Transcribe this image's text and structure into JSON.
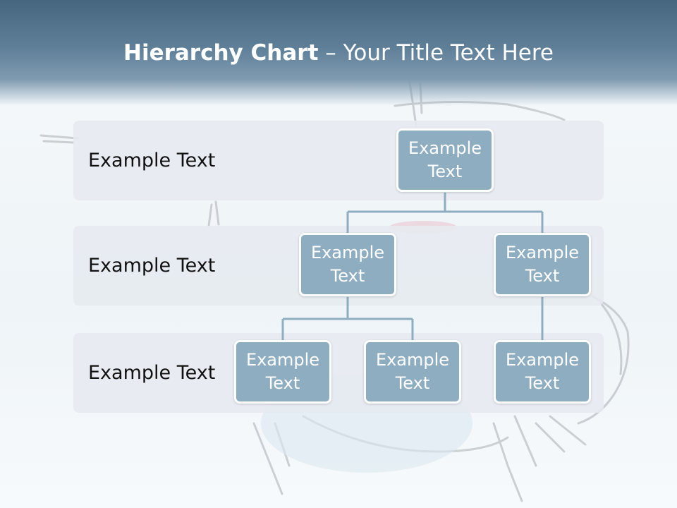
{
  "title": {
    "bold": "Hierarchy Chart",
    "rest": " – Your Title Text Here"
  },
  "levels": [
    {
      "label": "Example Text"
    },
    {
      "label": "Example Text"
    },
    {
      "label": "Example Text"
    }
  ],
  "nodes": {
    "root": "Example\nText",
    "level2_left": "Example\nText",
    "level2_right": "Example\nText",
    "level3_left": "Example\nText",
    "level3_middle": "Example\nText",
    "level3_right": "Example\nText"
  },
  "colors": {
    "node_fill": "#8fadc1",
    "node_border": "#ffffff",
    "connector": "#8fadc1",
    "header_band": "#46657e",
    "level_band": "#e6ebf0"
  }
}
